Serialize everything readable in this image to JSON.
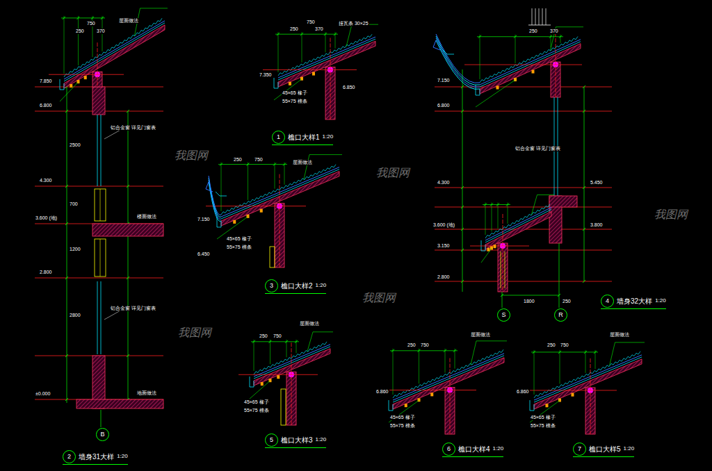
{
  "diagram": {
    "nodes": [
      {
        "text": [
          "1",
          "檐口大样1",
          "1:20"
        ]
      },
      {
        "text": [
          "2",
          "墙身31大样",
          "1:20"
        ]
      },
      {
        "text": [
          "3",
          "檐口大样2",
          "1:20"
        ]
      },
      {
        "text": [
          "4",
          "墙身32大样",
          "1:20"
        ]
      },
      {
        "text": [
          "5",
          "檐口大样3",
          "1:20"
        ]
      },
      {
        "text": [
          "6",
          "檐口大样4",
          "1:20"
        ]
      },
      {
        "text": [
          "7",
          "檐口大样5",
          "1:20"
        ]
      },
      {
        "text": [
          "B"
        ]
      },
      {
        "text": [
          "S"
        ]
      },
      {
        "text": [
          "R"
        ]
      }
    ],
    "labels": [
      "7.850",
      "6.800",
      "4.300",
      "3.600 (地)",
      "2.800",
      "±0.000",
      "750",
      "250",
      "370",
      "2500",
      "700",
      "1200",
      "2800",
      "屋面做法",
      "铝合金窗 详见门窗表",
      "楼面做法",
      "铝合金窗 详见门窗表",
      "地面做法",
      "750",
      "250",
      "370",
      "挂瓦条 30×25",
      "7.350",
      "45×65 椽子",
      "55×75 檩条",
      "6.850",
      "750",
      "250",
      "屋面做法",
      "7.150",
      "6.450",
      "45×65 椽子",
      "55×75 檩条",
      "750",
      "250",
      "屋面做法",
      "45×65 椽子",
      "55×75 檩条",
      "7.150",
      "6.800",
      "4.300",
      "3.600 (地)",
      "3.150",
      "2.800",
      "1800",
      "250",
      "370",
      "250",
      "5.450",
      "3.800",
      "铝合金窗 详见门窗表",
      "750",
      "250",
      "屋面做法",
      "6.860",
      "45×65 椽子",
      "55×75 檩条",
      "750",
      "250",
      "屋面做法",
      "6.860",
      "45×65 椽子",
      "55×75 檩条",
      "我图网",
      "我图网",
      "我图网",
      "我图网",
      "我图网"
    ]
  }
}
